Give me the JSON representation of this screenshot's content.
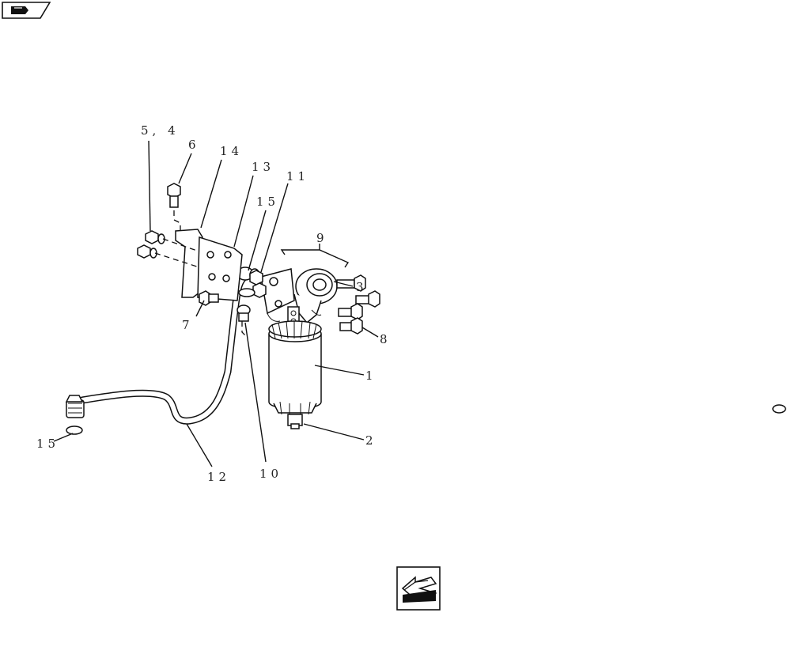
{
  "diagram": {
    "callouts": [
      {
        "id": "c-5-4",
        "text": "5, 4"
      },
      {
        "id": "c-6",
        "text": "6"
      },
      {
        "id": "c-14",
        "text": "14"
      },
      {
        "id": "c-13",
        "text": "13"
      },
      {
        "id": "c-11",
        "text": "11"
      },
      {
        "id": "c-15-top",
        "text": "15"
      },
      {
        "id": "c-9",
        "text": "9"
      },
      {
        "id": "c-3",
        "text": "3"
      },
      {
        "id": "c-7",
        "text": "7"
      },
      {
        "id": "c-8",
        "text": "8"
      },
      {
        "id": "c-1",
        "text": "1"
      },
      {
        "id": "c-2",
        "text": "2"
      },
      {
        "id": "c-15-left",
        "text": "15"
      },
      {
        "id": "c-12",
        "text": "12"
      },
      {
        "id": "c-10",
        "text": "10"
      }
    ]
  },
  "nav": {
    "top_left_icon": "book-forward-icon",
    "bottom_icon": "back-arrow-icon"
  }
}
